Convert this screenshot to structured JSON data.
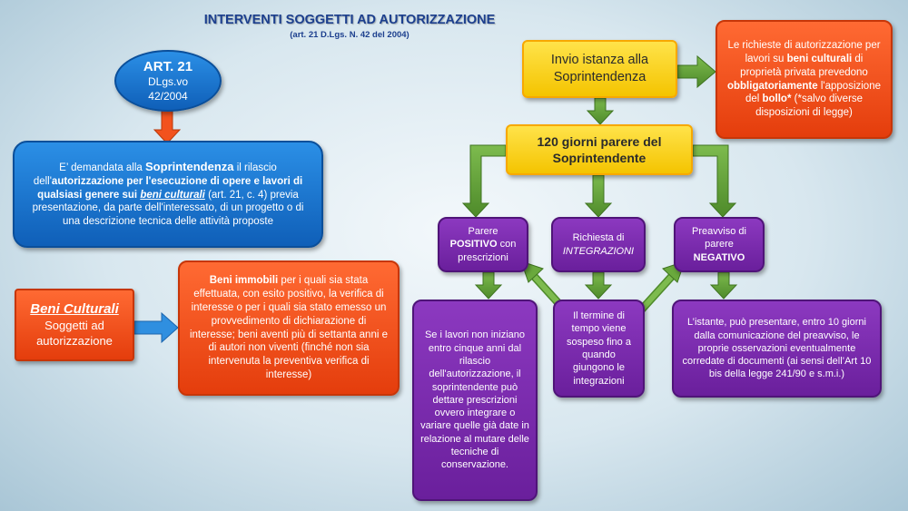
{
  "header": {
    "title": "INTERVENTI SOGGETTI AD AUTORIZZAZIONE",
    "subtitle": "(art. 21  D.Lgs. N. 42 del 2004)"
  },
  "colors": {
    "blue": "#1a73d1",
    "orange": "#f2521d",
    "yellow": "#ffd21f",
    "purple": "#7a2aab",
    "arrow_green": "#5e9a35",
    "arrow_blue": "#2f8fe0"
  },
  "art21": {
    "title": "ART. 21",
    "line1": "DLgs.vo",
    "line2": "42/2004"
  },
  "intro": {
    "p1": "E’ demandata alla ",
    "p1_bold": "Soprintendenza",
    "p1_end": " il rilascio",
    "p2_a": "dell'",
    "p2_bold": "autorizzazione per l'esecuzione di opere e lavori di qualsiasi genere sui ",
    "p2_bi": "beni culturali",
    "p2_end": " (art. 21, c. 4)",
    "p3": "previa presentazione, da parte dell'interessato, di un progetto o di una descrizione tecnica delle attività proposte"
  },
  "beni_culturali": {
    "title": "Beni Culturali",
    "line1": "Soggetti ad",
    "line2": "autorizzazione"
  },
  "beni_immobili": {
    "bold": "Beni immobili",
    "rest": " per i quali sia stata effettuata, con esito positivo, la verifica di interesse o per i quali sia stato emesso un provvedimento di dichiarazione di interesse;  beni aventi più di settanta anni e di autori non viventi (finché non sia intervenuta la preventiva verifica di interesse)"
  },
  "invio": {
    "text": "Invio istanza alla Soprintendenza"
  },
  "note": {
    "a": "Le richieste di autorizzazione per lavori su ",
    "b_bold": "beni culturali",
    "c": " di proprietà privata prevedono ",
    "d_bold": "obbligatoriamente",
    "e": " l'apposizione del ",
    "f_bold": "bollo*",
    "g": " (*salvo diverse disposizioni di legge)"
  },
  "parere120": {
    "text": "120 giorni parere del Soprintendente"
  },
  "positivo": {
    "a": "Parere",
    "b_bold": "POSITIVO",
    "c": " con prescrizioni"
  },
  "integrazioni": {
    "a": "Richiesta di",
    "b_italic": "INTEGRAZIONI"
  },
  "negativo": {
    "a": "Preavviso di parere",
    "b_bold": "NEGATIVO"
  },
  "positivo_detail": {
    "text": "Se i lavori non iniziano entro cinque anni dal rilascio dell'autorizzazione, il soprintendente può dettare prescrizioni ovvero integrare o variare quelle già date in relazione al mutare delle tecniche di conservazione."
  },
  "termine": {
    "text": "Il termine di tempo viene sospeso fino a quando giungono le integrazioni"
  },
  "negativo_detail": {
    "text": "L’istante, può presentare, entro 10 giorni dalla comunicazione del preavviso, le proprie osservazioni eventualmente corredate di documenti (ai sensi dell’Art 10 bis della legge 241/90 e s.m.i.)"
  }
}
